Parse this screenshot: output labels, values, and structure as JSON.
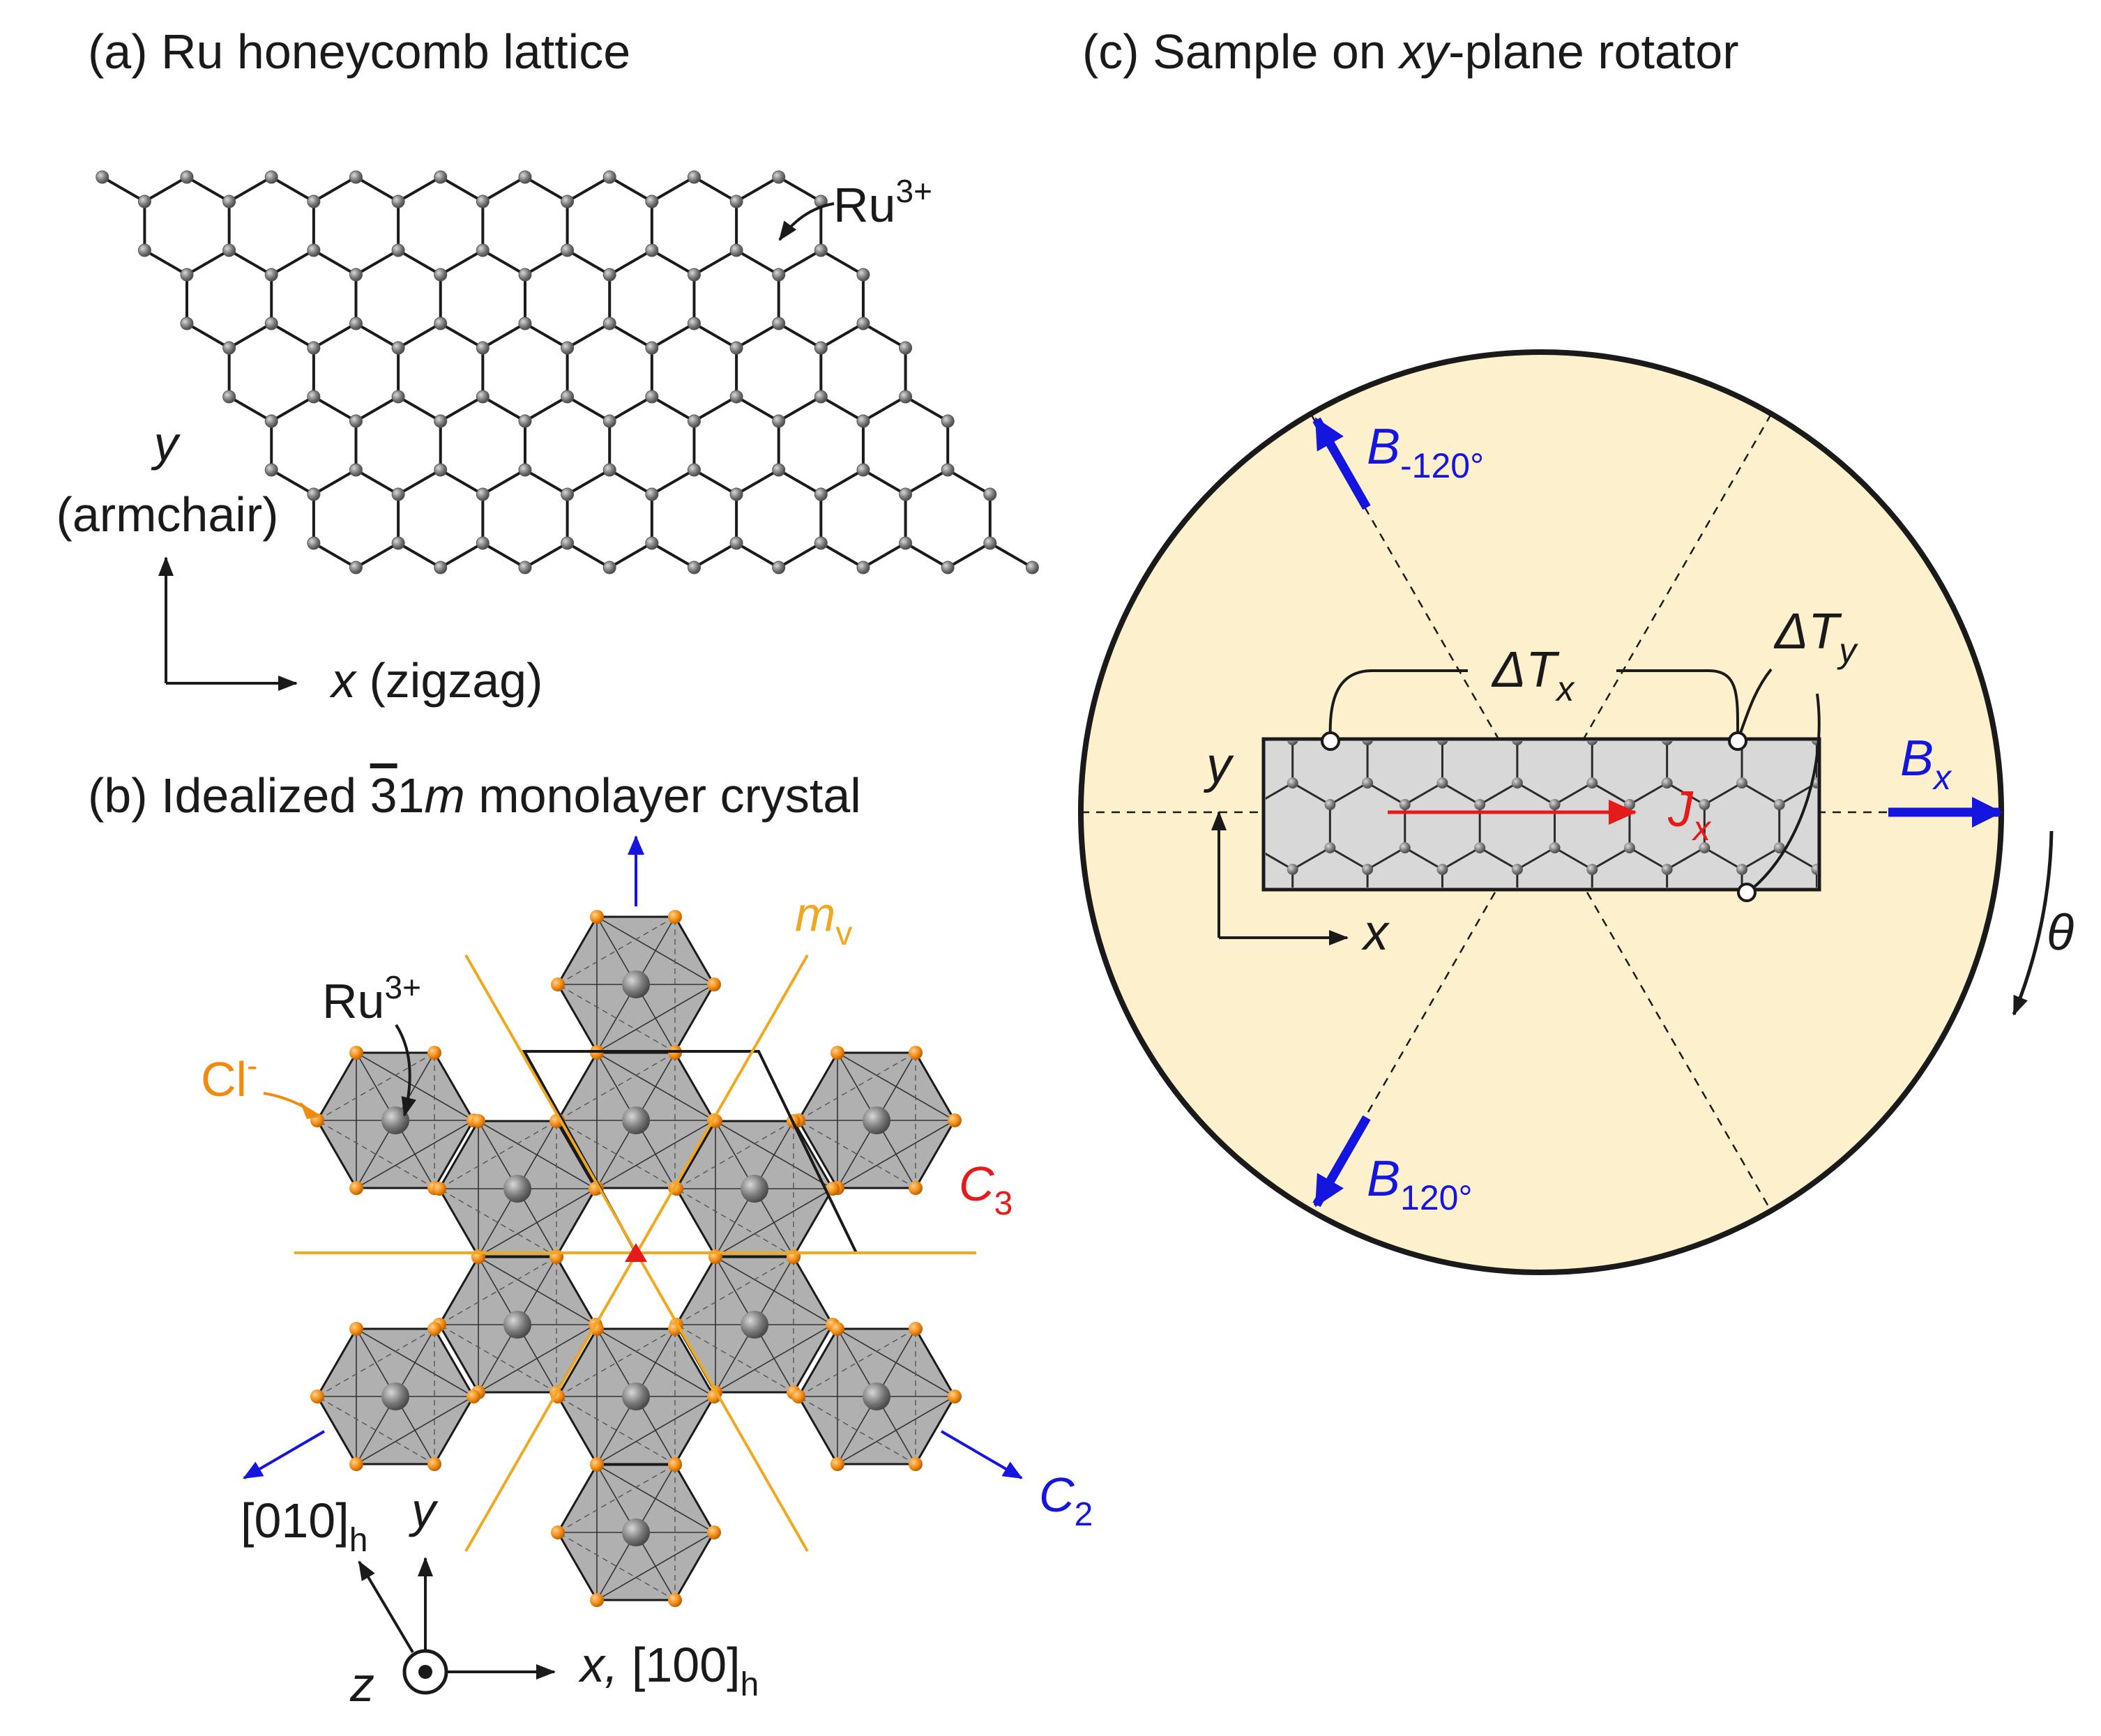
{
  "panels": {
    "a": {
      "title": "(a) Ru honeycomb lattice",
      "atom_label": "Ru",
      "atom_charge": "3+",
      "axis_y": "y",
      "axis_y_sub": "(armchair)",
      "axis_x": "x",
      "axis_x_sub": "(zigzag)"
    },
    "b": {
      "title_pre": "(b) Idealized ",
      "title_bar": "3",
      "title_mid": "1",
      "title_it": "m",
      "title_post": " monolayer crystal",
      "ru_label": "Ru",
      "ru_charge": "3+",
      "cl_label": "Cl",
      "cl_charge": "-",
      "mv_base": "m",
      "mv_sub": "v",
      "c3_base": "C",
      "c3_sub": "3",
      "c2_base": "C",
      "c2_sub": "2",
      "dir010": "[010]",
      "dir010_sub": "h",
      "axis_y": "y",
      "axis_z": "z",
      "axis_x": "x,",
      "dir100": "[100]",
      "dir100_sub": "h"
    },
    "c": {
      "title_pre": "(c) Sample on ",
      "title_it": "xy",
      "title_post": "-plane rotator",
      "b_neg120": "B",
      "b_neg120_sub": "-120°",
      "b_120": "B",
      "b_120_sub": "120°",
      "bx": "B",
      "bx_sub": "x",
      "dtx": "ΔT",
      "dtx_sub": "x",
      "dty": "ΔT",
      "dty_sub": "y",
      "jx": "J",
      "jx_sub": "x",
      "axis_x": "x",
      "axis_y": "y",
      "theta": "θ"
    }
  },
  "colors": {
    "line": "#1a1a1a",
    "atom": "#707070",
    "ru": "#6e6e6e",
    "cl": "#f28a10",
    "mirror": "#f0a820",
    "blue": "#1515e0",
    "red": "#e51b1b",
    "disc": "#fdf0cc",
    "sample": "#d8d8d8",
    "octa": "#a9a9a9"
  },
  "icons": {
    "c3_marker": "triangle-icon",
    "z_axis": "circle-dot-icon"
  }
}
